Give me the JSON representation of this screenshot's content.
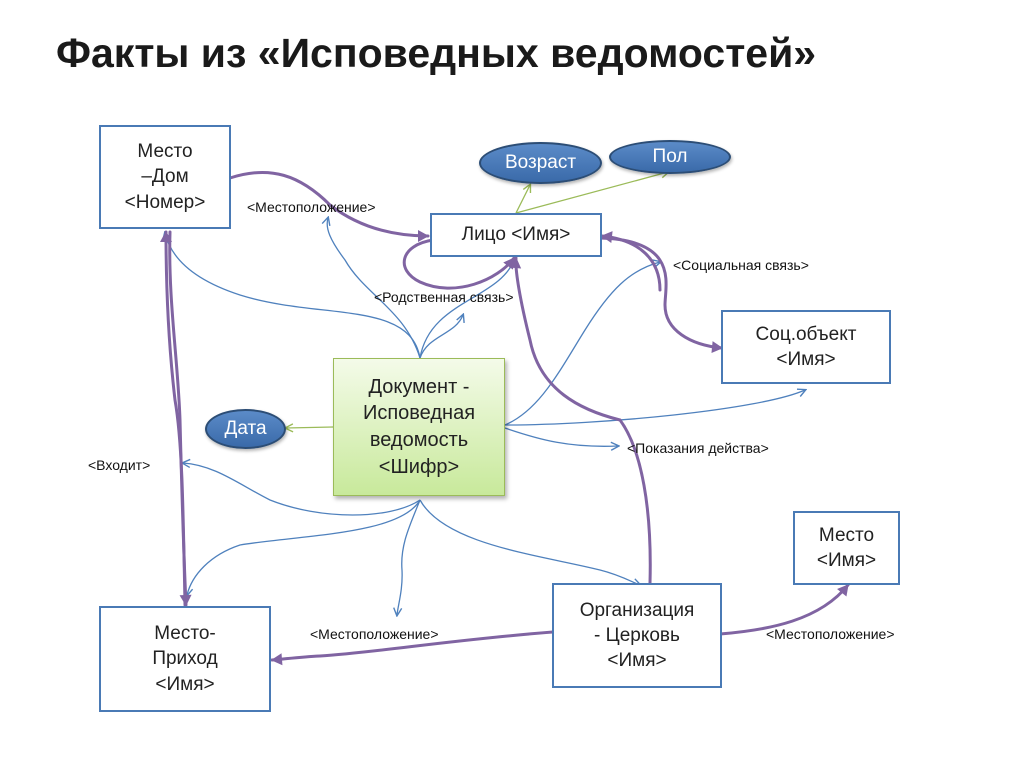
{
  "title": "Факты из «Исповедных ведомостей»",
  "nodes": {
    "mesto_dom": [
      "Место",
      "–Дом",
      "<Номер>"
    ],
    "lico": [
      "Лицо <Имя>"
    ],
    "soc_obj": [
      "Соц.объект",
      "<Имя>"
    ],
    "document": [
      "Документ -",
      "Исповедная",
      "ведомость",
      "<Шифр>"
    ],
    "mesto_prihod": [
      "Место-",
      "Приход",
      "<Имя>"
    ],
    "organizaciya": [
      "Организация",
      "- Церковь",
      "<Имя>"
    ],
    "mesto_imya": [
      "Место",
      "<Имя>"
    ],
    "vozrast": "Возраст",
    "pol": "Пол",
    "data": "Дата"
  },
  "labels": {
    "mestopolozhenie_top": "<Местоположение>",
    "rodstvennaya": "<Родственная связь>",
    "socialnaya": "<Социальная связь>",
    "pokazaniya": "<Показания действа>",
    "vhodit": "<Входит>",
    "mestopolozhenie_mid": "<Местоположение>",
    "mestopolozhenie_right": "<Местоположение>"
  },
  "colors": {
    "box_border": "#4a7ab5",
    "thin_link": "#4f81bd",
    "green_link": "#9bbb59",
    "thick_link": "#8064a2",
    "oval_fill": "#4a7bbf"
  }
}
